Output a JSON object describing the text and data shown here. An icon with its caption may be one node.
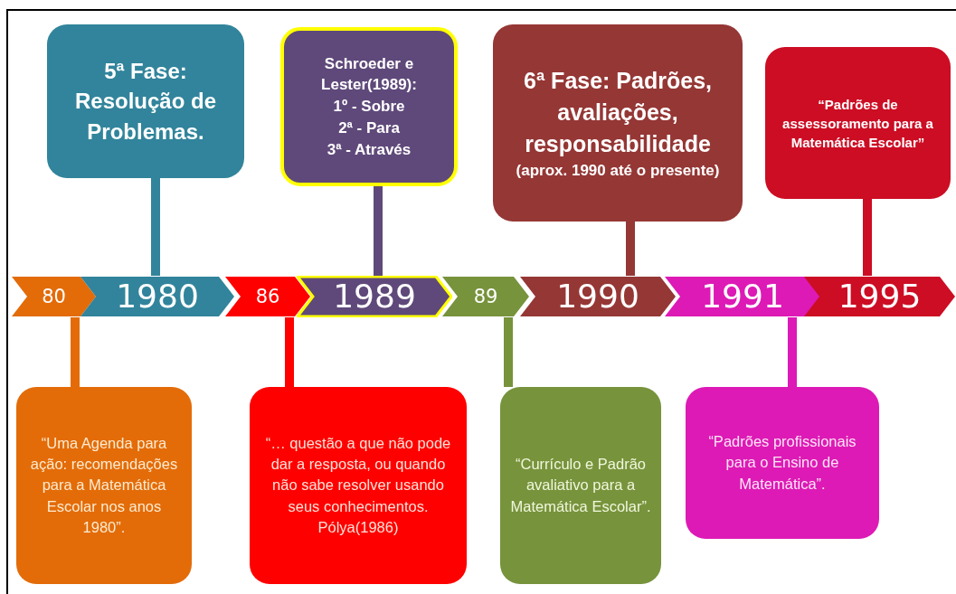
{
  "diagram": {
    "nodes": [
      {
        "text": [
          "80"
        ]
      },
      {
        "text": [
          "1980"
        ]
      },
      {
        "text": [
          "86"
        ]
      },
      {
        "text": [
          "1989"
        ]
      },
      {
        "text": [
          "89"
        ]
      },
      {
        "text": [
          "1990"
        ]
      },
      {
        "text": [
          "1991"
        ]
      },
      {
        "text": [
          "1995"
        ]
      },
      {
        "text": [
          "5ª Fase: Resolução de Problemas."
        ]
      },
      {
        "text": [
          "Schroeder e Lester(1989):",
          "1º - Sobre",
          "2ª - Para",
          "3ª - Através"
        ]
      },
      {
        "text": [
          "6ª Fase: Padrões, avaliações, responsabilidade",
          "(aprox. 1990 até o presente)"
        ]
      },
      {
        "text": [
          "“Padrões de assessoramento para a Matemática Escolar”"
        ]
      },
      {
        "text": [
          "“Uma Agenda para ação: recomendações para a Matemática Escolar nos anos 1980”."
        ]
      },
      {
        "text": [
          "“… questão a que não pode dar a resposta, ou quando não sabe resolver usando seus conhecimentos. Pólya(1986)"
        ]
      },
      {
        "text": [
          "“Currículo e Padrão avaliativo para a Matemática Escolar”."
        ]
      },
      {
        "text": [
          "“Padrões profissionais para o Ensino de Matemática”."
        ]
      }
    ],
    "edges": [
      {
        "from": 8,
        "to": 1,
        "arrow": "none",
        "color": "#31849b"
      },
      {
        "from": 9,
        "to": 3,
        "arrow": "none",
        "color": "#5f497a"
      },
      {
        "from": 10,
        "to": 5,
        "arrow": "none",
        "color": "#953735"
      },
      {
        "from": 11,
        "to": 7,
        "arrow": "none",
        "color": "#cc0d24"
      },
      {
        "from": 0,
        "to": 12,
        "arrow": "none",
        "color": "#e36c09"
      },
      {
        "from": 2,
        "to": 13,
        "arrow": "none",
        "color": "#ff0000"
      },
      {
        "from": 4,
        "to": 14,
        "arrow": "none",
        "color": "#77933c"
      },
      {
        "from": 6,
        "to": 15,
        "arrow": "none",
        "color": "#dd1ab5"
      }
    ]
  }
}
